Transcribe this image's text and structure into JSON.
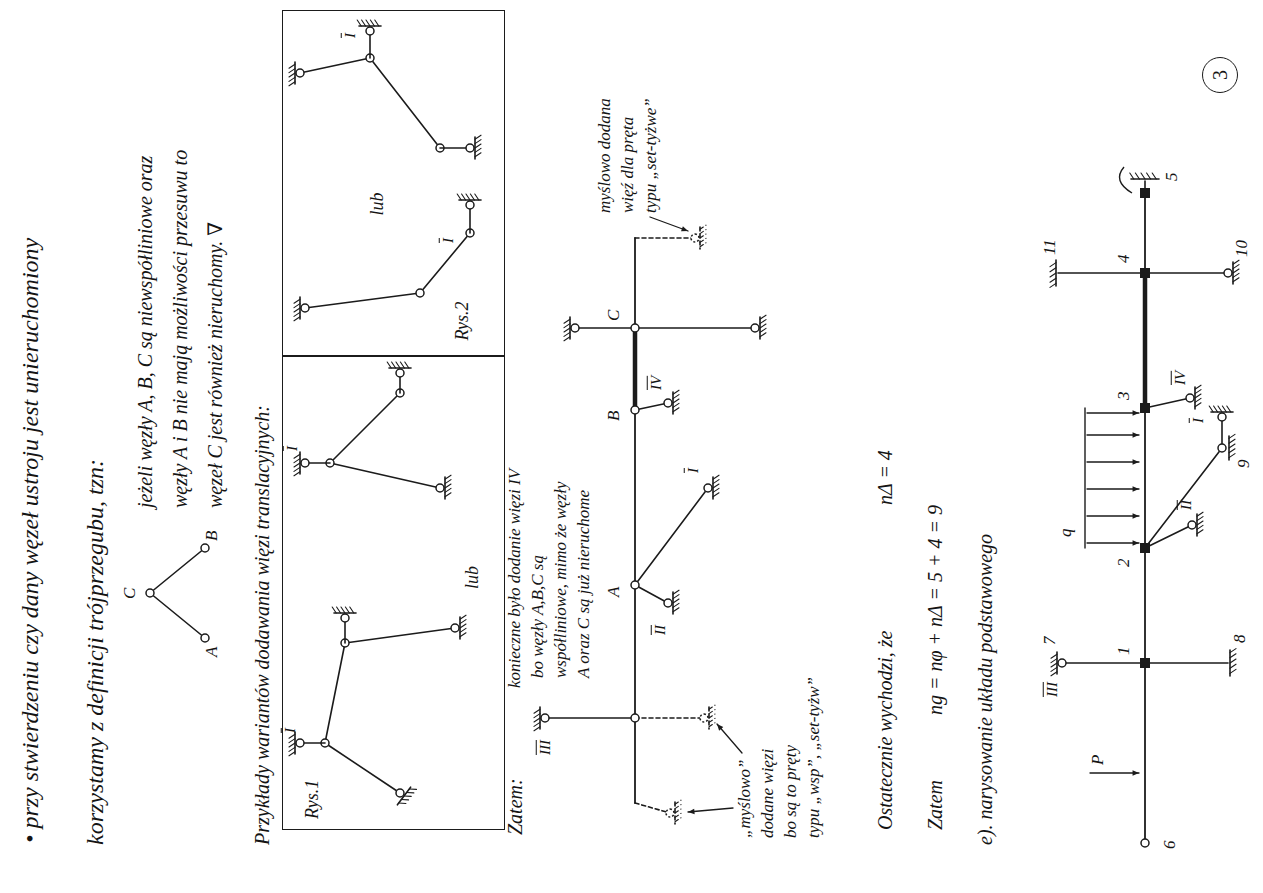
{
  "diagram": {
    "nodes": [
      {
        "text": [
          "Rys.1",
          "lub"
        ]
      },
      {
        "text": [
          "Rys.2",
          "lub"
        ]
      },
      {
        "text": [
          "3"
        ]
      }
    ],
    "labels": [
      "• przy stwierdzeniu czy dany węzeł ustroju jest unieruchomiony",
      "korzystamy z definicji trójprzegubu, tzn:",
      "C",
      "A",
      "B",
      "jeżeli węzły A, B, C są niewspółliniowe oraz",
      "węzły A i B nie mają możliwości przesuwu to",
      "węzeł C jest również nieruchomy. ∇",
      "Przykłady wariantów dodawania więzi translacyjnych:",
      "I",
      "I",
      "I",
      "I",
      "Zatem:",
      "konieczne było dodanie więzi IV",
      "bo węzły A,B,C są",
      "współliniowe, mimo że węzły",
      "A oraz C są już nieruchome",
      "III",
      "A",
      "B",
      "C",
      "II",
      "I",
      "IV",
      "„myślowo”",
      "dodane więzi",
      "bo są to pręty",
      "typu „wsp”, „set-tyżw”",
      "myślowo dodana",
      "więź dla pręta",
      "typu „set-tyżwe”",
      "Ostatecznie wychodzi, że",
      "nΔ = 4",
      "Zatem",
      "ng = nφ + nΔ = 5 + 4 = 9",
      "e). narysowanie układu podstawowego",
      "P",
      "6",
      "1",
      "2",
      "3",
      "4",
      "5",
      "7",
      "III",
      "8",
      "q",
      "II",
      "9",
      "I",
      "IV",
      "10",
      "11"
    ]
  }
}
